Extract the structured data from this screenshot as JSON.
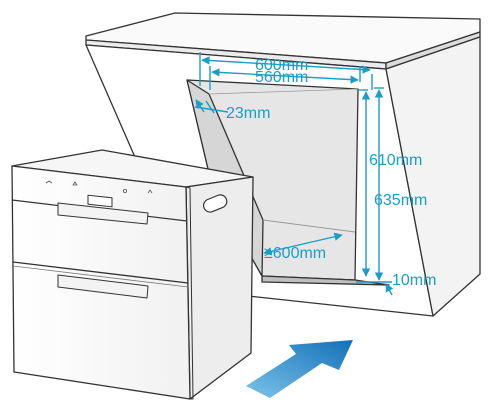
{
  "diagram": {
    "dimensions": {
      "outer_width": "600mm",
      "inner_width": "560mm",
      "side_gap": "23mm",
      "inner_height": "610mm",
      "outer_height": "635mm",
      "depth": "≥600mm",
      "bottom_gap": "10mm"
    },
    "colors": {
      "dimension": "#1a9ec8",
      "outline": "#333333",
      "cavity": "#e6e6e6",
      "arrow": "#1f86c8"
    },
    "icons": [
      "cabinet-illustration",
      "appliance-illustration",
      "insert-direction-arrow"
    ]
  }
}
